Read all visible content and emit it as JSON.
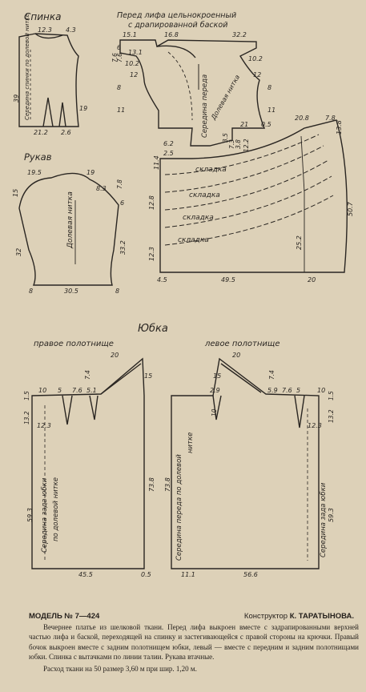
{
  "pieces": {
    "back": {
      "title": "Спинка",
      "meas": [
        "12.3",
        "4.3",
        "39",
        "19",
        "21.2",
        "2.6"
      ],
      "center_label": "Середина спинки по долевой нитке"
    },
    "front": {
      "title_line1": "Перед лифа цельнокроенный",
      "title_line2": "с драпированной баской",
      "meas": [
        "15.1",
        "16.8",
        "32.2",
        "6",
        "7.6",
        "7.6",
        "13.1",
        "10.2",
        "12",
        "8",
        "11",
        "10.2",
        "12",
        "8",
        "11",
        "21",
        "0.5",
        "20.8",
        "7.8",
        "13.8",
        "6.2",
        "2.5",
        "11.4",
        "3.5",
        "7.3",
        "3.8",
        "12.2"
      ],
      "center_label": "Середина переда",
      "grain_label": "Долевая нитка"
    },
    "peplum": {
      "fold_label": "складка",
      "meas": [
        "12.8",
        "12.3",
        "50.7",
        "25.2",
        "4.5",
        "49.5",
        "20"
      ]
    },
    "sleeve": {
      "title": "Рукав",
      "meas": [
        "19.5",
        "19",
        "15",
        "8.3",
        "7.8",
        "6",
        "33.2",
        "32",
        "8",
        "30.5",
        "8"
      ],
      "grain_label": "Долевая нитка"
    },
    "skirt": {
      "title": "Юбка",
      "right": {
        "title": "правое полотнище",
        "meas": [
          "20",
          "7.4",
          "15",
          "1.5",
          "10",
          "5",
          "7.6",
          "5.1",
          "13.2",
          "12.3",
          "73.8",
          "59.3",
          "45.5",
          "0.5"
        ],
        "center_label_1": "Середина зада юбки",
        "center_label_2": "по долевой нитке"
      },
      "left": {
        "title": "левое полотнище",
        "meas": [
          "20",
          "7.4",
          "2.9",
          "15",
          "10",
          "5.9",
          "7.6",
          "5",
          "10",
          "1.5",
          "13.2",
          "12.3",
          "73.8",
          "59.3",
          "11.1",
          "56.6"
        ],
        "center_label_1": "Середина переда по долевой",
        "center_label_2": "нитке",
        "back_label": "Середина зада юбки"
      }
    }
  },
  "caption": {
    "model": "МОДЕЛЬ № 7—424",
    "author_prefix": "Конструктор",
    "author": "К. ТАРАТЫНОВА.",
    "body": "Вечернее платье из шелковой ткани. Перед лифа выкроен вместе с задрапированными верхней частью лифа и баской, переходящей на спинку и застегивающейся с правой стороны на крючки. Правый бочок выкроен вместе с задним полотнищем юбки, левый — вместе с передним и задним полотнищами юбки. Спинка с вытачками по линии талии. Рукава втачные.",
    "consumption": "Расход ткани на 50 размер 3,60 м при шир. 1,20 м."
  }
}
